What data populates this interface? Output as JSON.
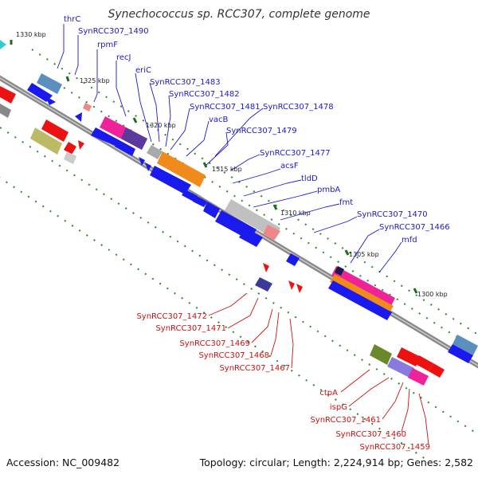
{
  "title": "Synechococcus sp. RCC307, complete genome",
  "accession_text": "Accession: NC_009482",
  "summary_text": "Topology: circular; Length: 2,224,914 bp; Genes: 2,582",
  "colors": {
    "forward_label": "#1a1acc",
    "reverse_label": "#cc1111",
    "backbone": "#888888",
    "tick": "#2a8a2a",
    "forward_arrow": "#1a1aee",
    "reverse_arrow": "#ee1111"
  },
  "ticks": [
    "1330 kbp",
    "1325 kbp",
    "1320 kbp",
    "1315 kbp",
    "1310 kbp",
    "1305 kbp",
    "1300 kbp"
  ],
  "forward_labels": [
    "thrC",
    "SynRCC307_1490",
    "rpmF",
    "recJ",
    "eriC",
    "SynRCC307_1483",
    "SynRCC307_1482",
    "SynRCC307_1481",
    "SynRCC307_1478",
    "vacB",
    "SynRCC307_1479",
    "SynRCC307_1477",
    "acsF",
    "tldD",
    "pmbA",
    "fmt",
    "SynRCC307_1470",
    "SynRCC307_1466",
    "mfd"
  ],
  "reverse_labels": [
    "SynRCC307_1472",
    "SynRCC307_1471",
    "SynRCC307_1469",
    "SynRCC307_1468",
    "SynRCC307_1467",
    "ctpA",
    "ispG",
    "SynRCC307_1461",
    "SynRCC307_1460",
    "SynRCC307_1459"
  ]
}
